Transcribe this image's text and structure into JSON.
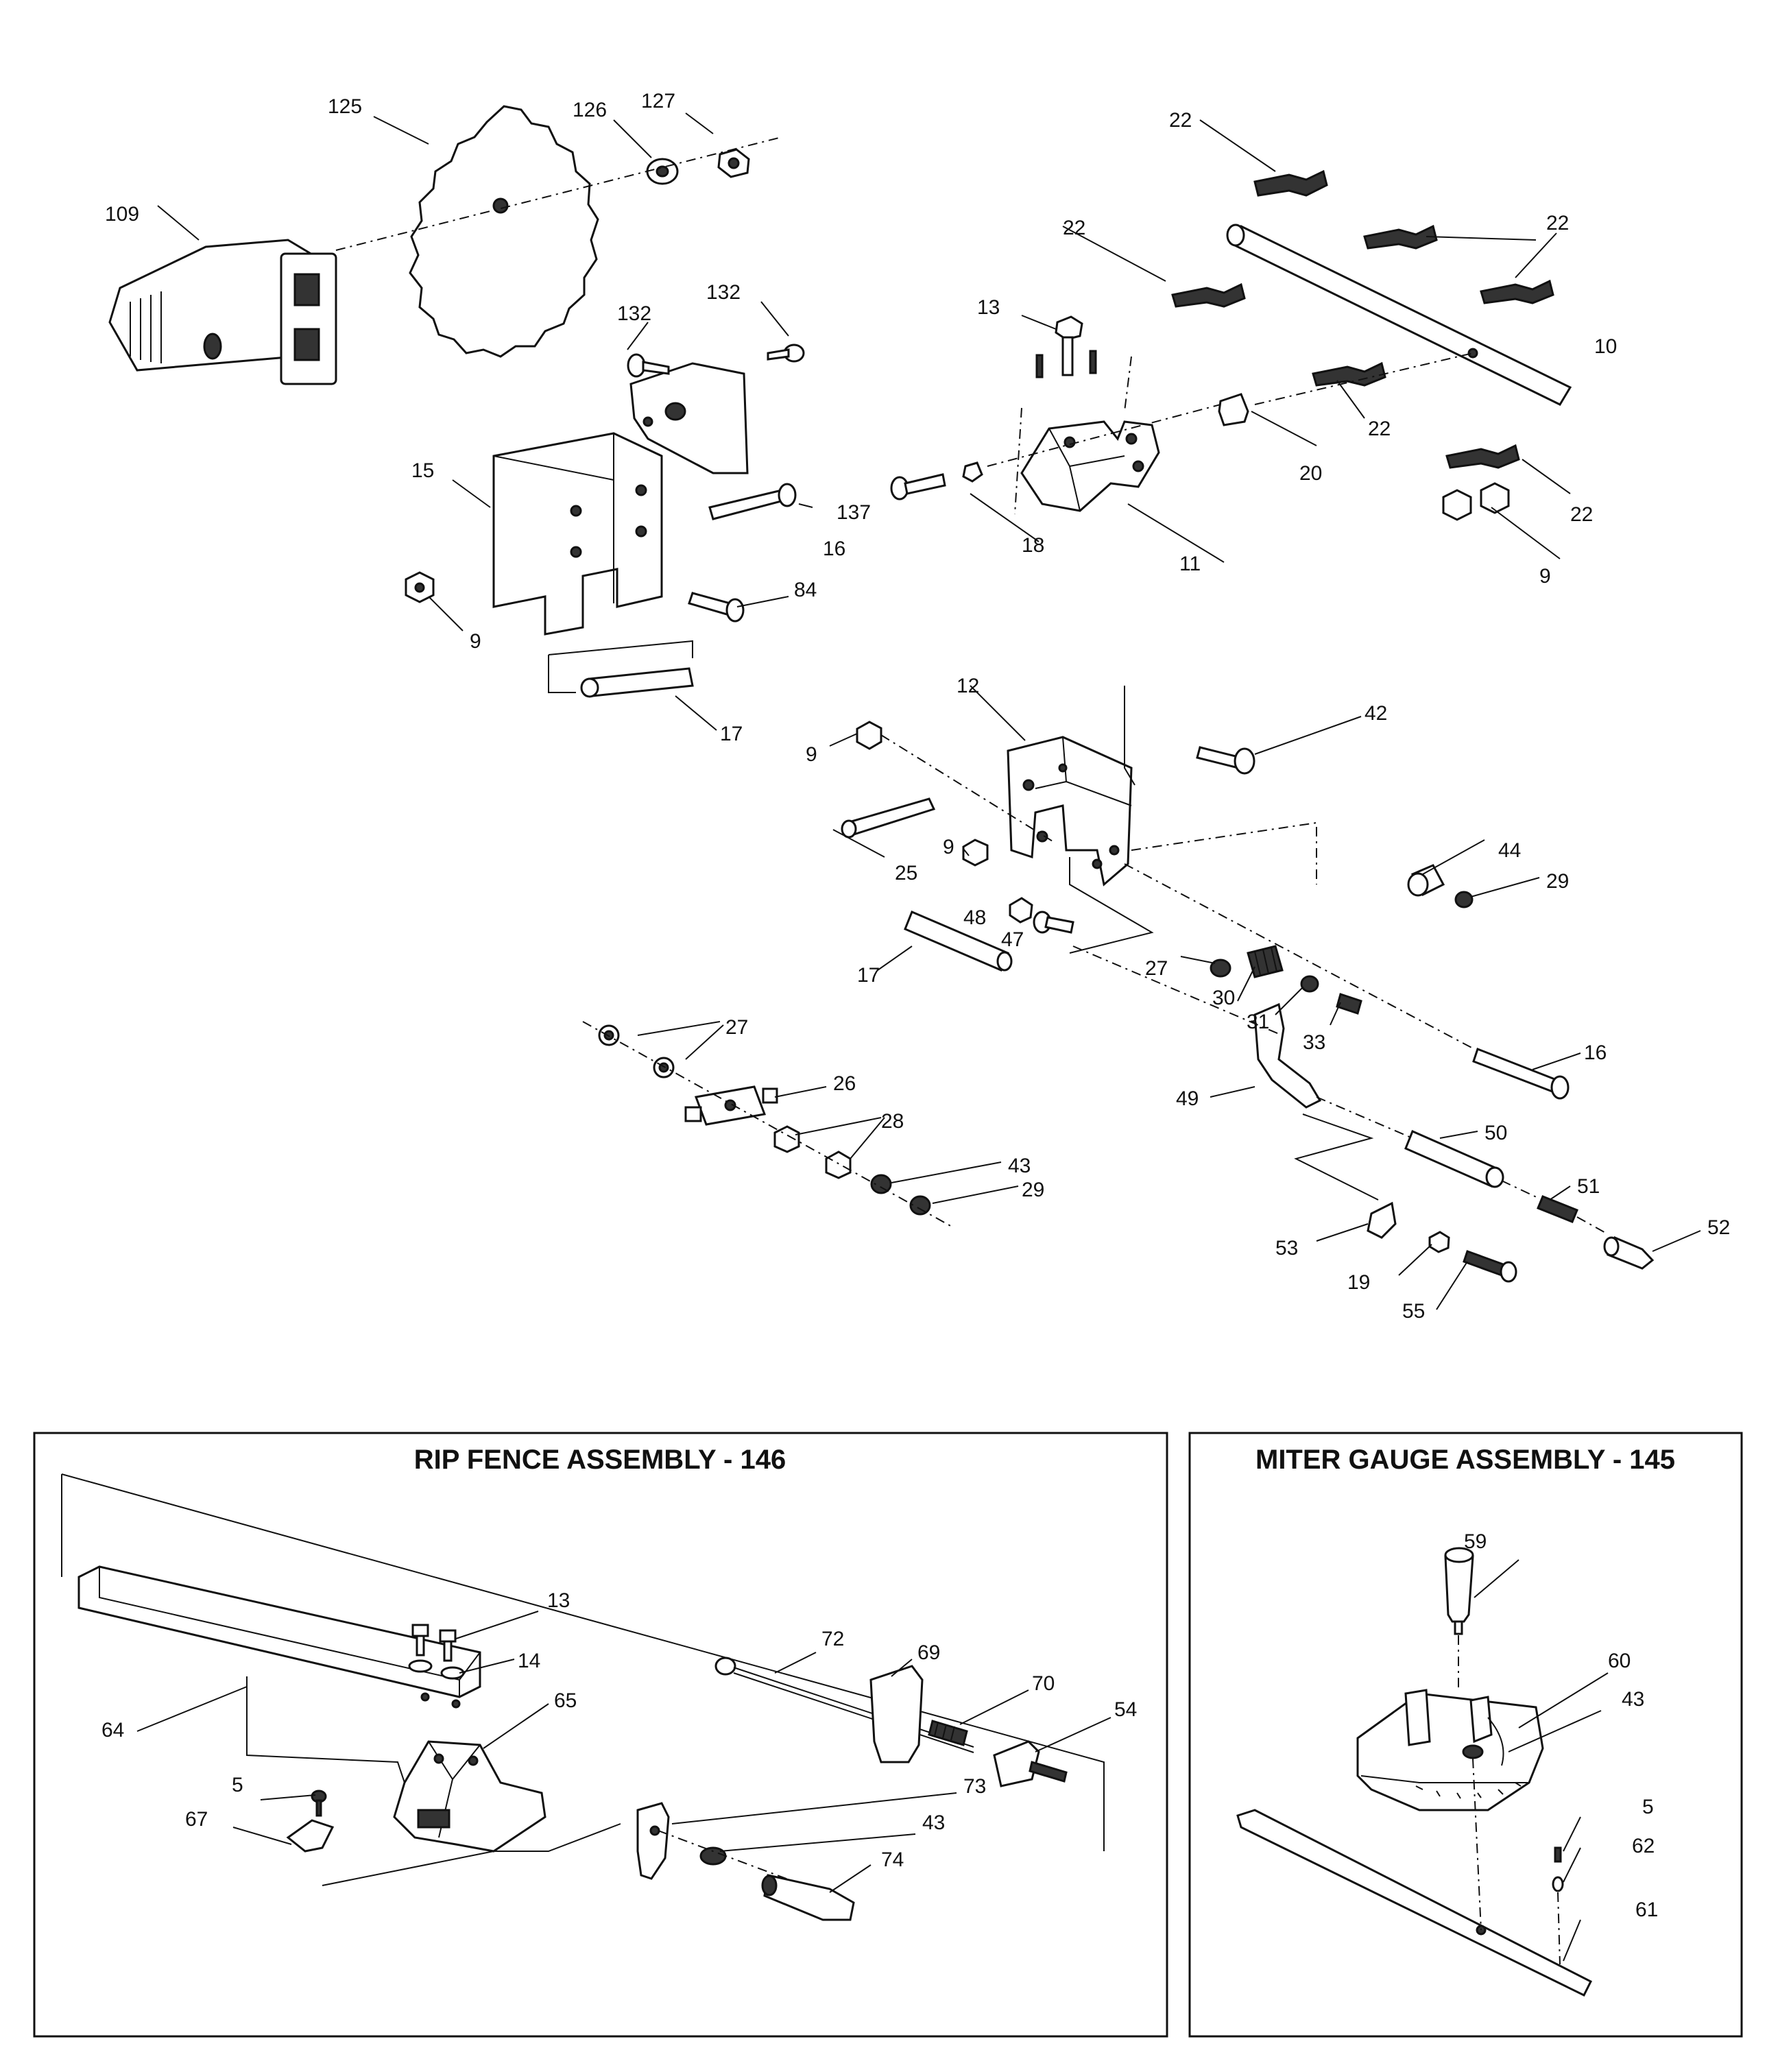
{
  "panels": {
    "rip_fence": {
      "title": "RIP FENCE ASSEMBLY - 146"
    },
    "miter_gauge": {
      "title": "MITER GAUGE ASSEMBLY - 145"
    }
  },
  "callouts": {
    "upper": {
      "c109": "109",
      "c125": "125",
      "c126": "126",
      "c127": "127",
      "c132a": "132",
      "c132b": "132",
      "c15": "15",
      "c137": "137",
      "c16a": "16",
      "c84": "84",
      "c9a": "9",
      "c17a": "17",
      "c22a": "22",
      "c22b": "22",
      "c22c": "22",
      "c22d": "22",
      "c22e": "22",
      "c13": "13",
      "c10": "10",
      "c20": "20",
      "c18": "18",
      "c11": "11",
      "c9b": "9",
      "c12": "12",
      "c42": "42",
      "c9c": "9",
      "c9d": "9",
      "c25": "25",
      "c44": "44",
      "c29a": "29",
      "c48": "48",
      "c47": "47",
      "c17b": "17",
      "c27a": "27",
      "c30": "30",
      "c31": "31",
      "c33": "33",
      "c16b": "16",
      "c49": "49",
      "c27b": "27",
      "c26": "26",
      "c28": "28",
      "c43": "43",
      "c29b": "29",
      "c50": "50",
      "c51": "51",
      "c53": "53",
      "c52": "52",
      "c19": "19",
      "c55": "55"
    },
    "rip_fence": {
      "c13": "13",
      "c14": "14",
      "c64": "64",
      "c65": "65",
      "c5": "5",
      "c67": "67",
      "c72": "72",
      "c69": "69",
      "c70": "70",
      "c54": "54",
      "c73": "73",
      "c43": "43",
      "c74": "74"
    },
    "miter_gauge": {
      "c59": "59",
      "c60": "60",
      "c43": "43",
      "c5": "5",
      "c62": "62",
      "c61": "61"
    }
  }
}
